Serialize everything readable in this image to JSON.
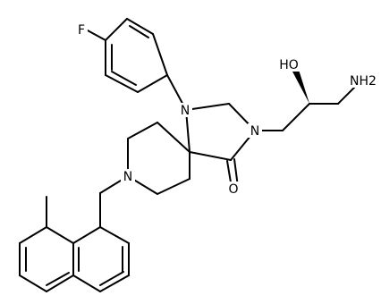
{
  "molecule": {
    "atom_labels": {
      "fluorine": "F",
      "hydroxyl": "HO",
      "amine": "NH2",
      "ring_n1": "N",
      "ring_n3": "N",
      "piperidine_n": "N",
      "carbonyl_o": "O"
    }
  }
}
